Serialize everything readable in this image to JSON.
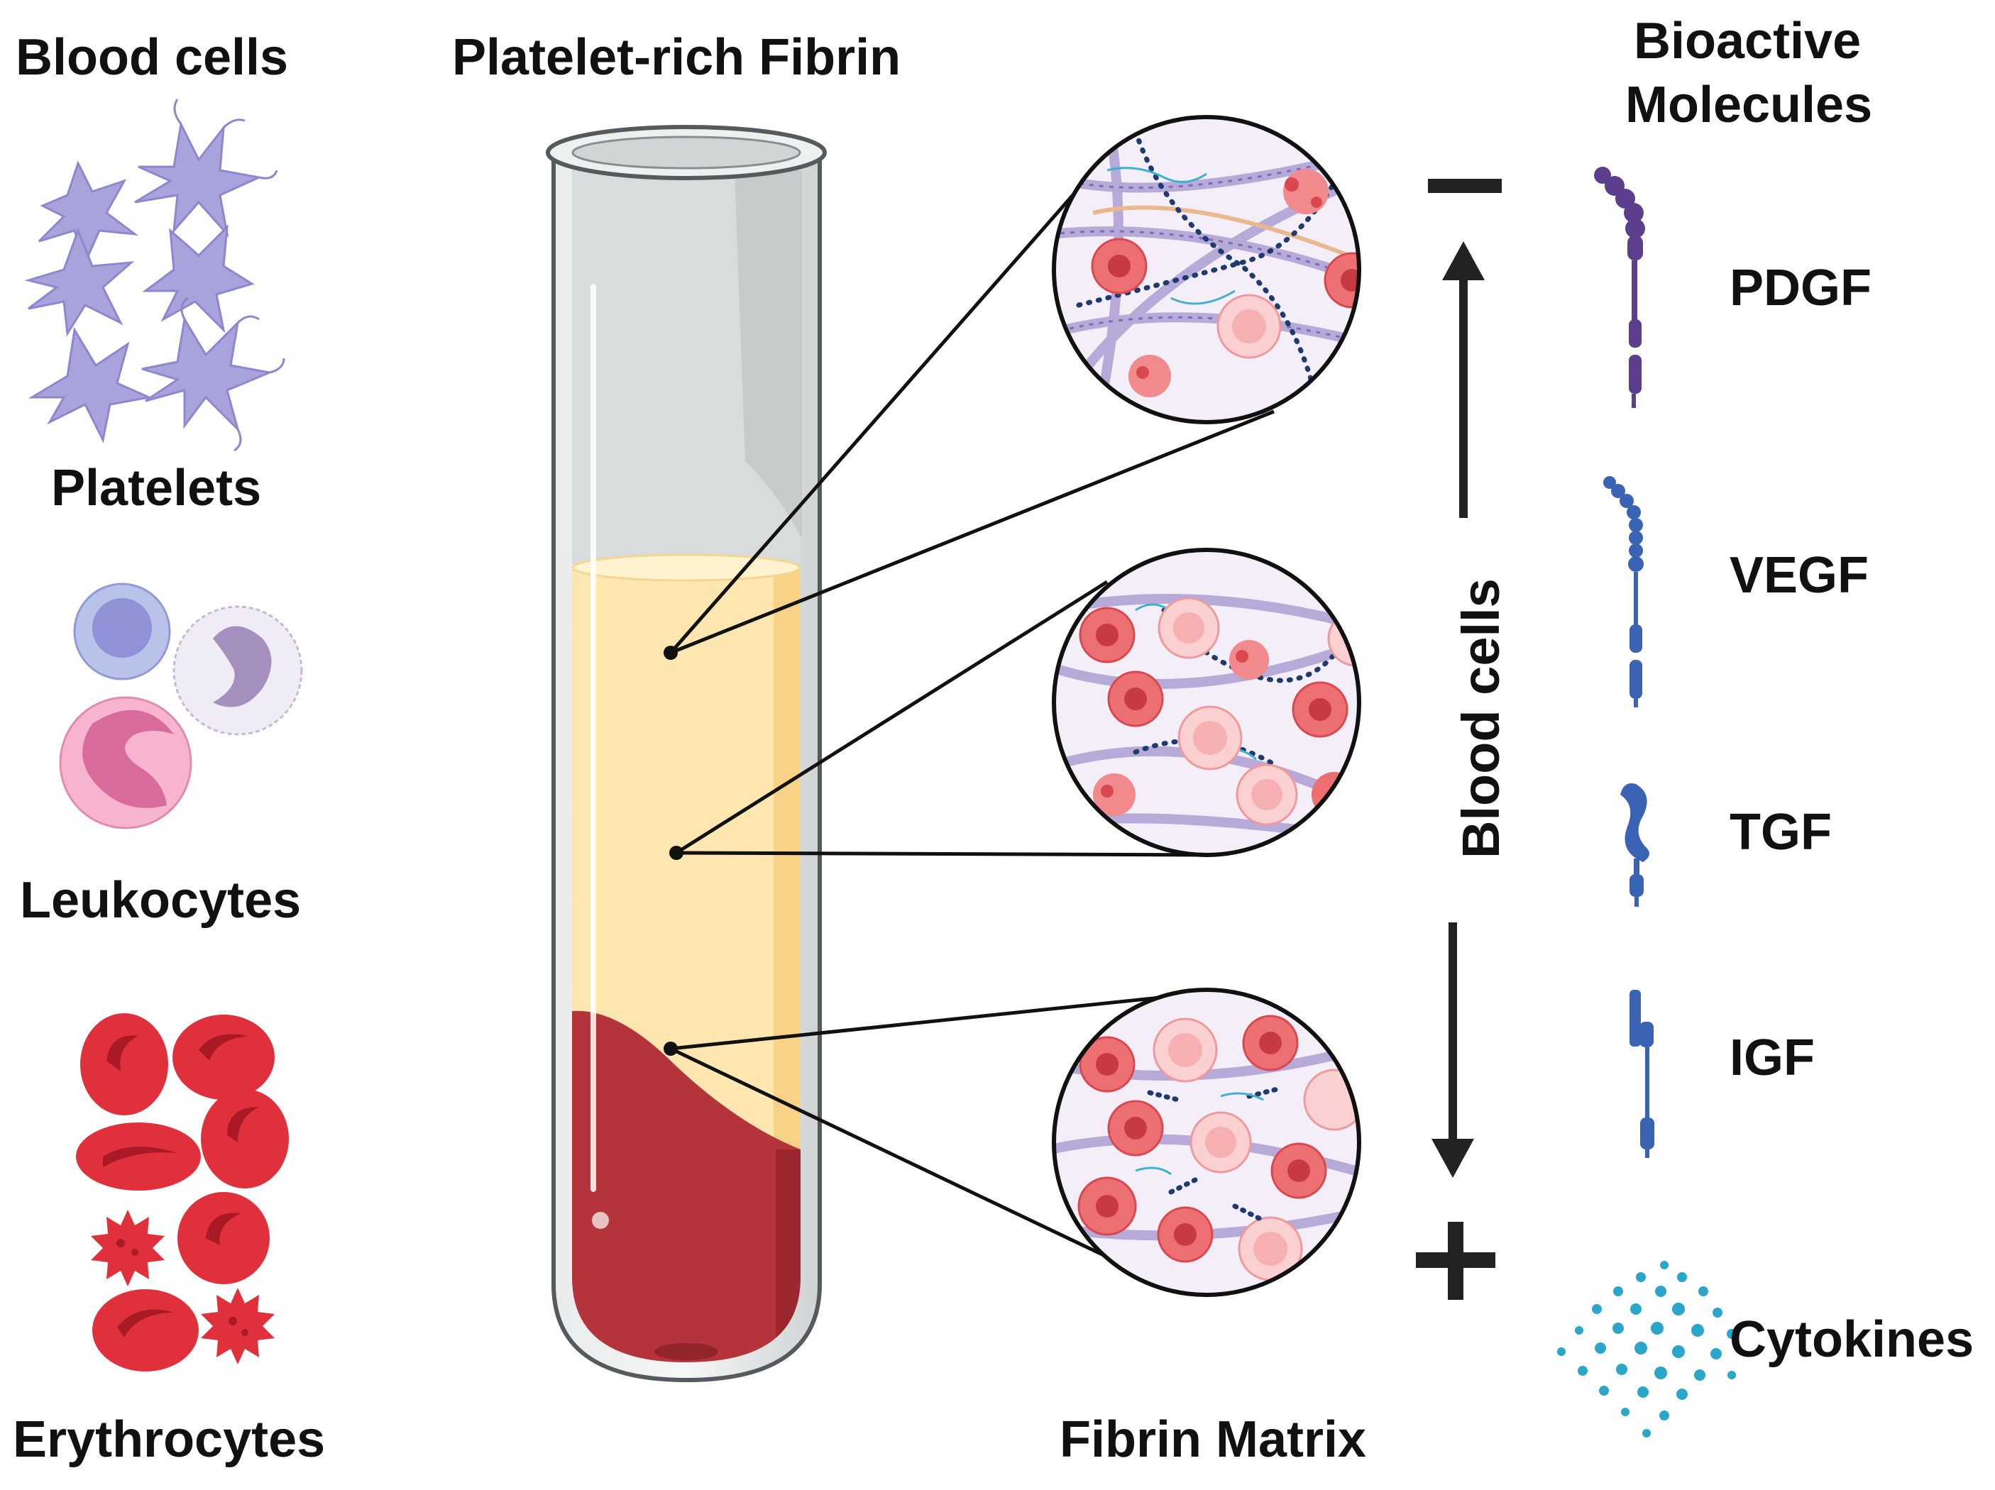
{
  "left_column": {
    "title": "Blood cells",
    "groups": [
      {
        "label": "Platelets"
      },
      {
        "label": "Leukocytes"
      },
      {
        "label": "Erythrocytes"
      }
    ]
  },
  "center": {
    "title": "Platelet-rich Fibrin",
    "footer": "Fibrin Matrix"
  },
  "gradient": {
    "label": "Blood cells",
    "top_symbol": "−",
    "bottom_symbol": "+"
  },
  "right_column": {
    "title_line1": "Bioactive",
    "title_line2": "Molecules",
    "molecules": [
      {
        "label": "PDGF",
        "icon": "pdgf-molecule-icon"
      },
      {
        "label": "VEGF",
        "icon": "vegf-molecule-icon"
      },
      {
        "label": "TGF",
        "icon": "tgf-molecule-icon"
      },
      {
        "label": "IGF",
        "icon": "igf-molecule-icon"
      },
      {
        "label": "Cytokines",
        "icon": "cytokines-dots-icon"
      }
    ]
  },
  "colors": {
    "platelet": "#a9a3dc",
    "plasma": "#fde6b0",
    "red_layer": "#b5333a",
    "erythrocyte": "#e0303c",
    "pdgf": "#5b3f8c",
    "growth_factor_blue": "#3a63b4",
    "cytokine": "#2aa6c9"
  }
}
